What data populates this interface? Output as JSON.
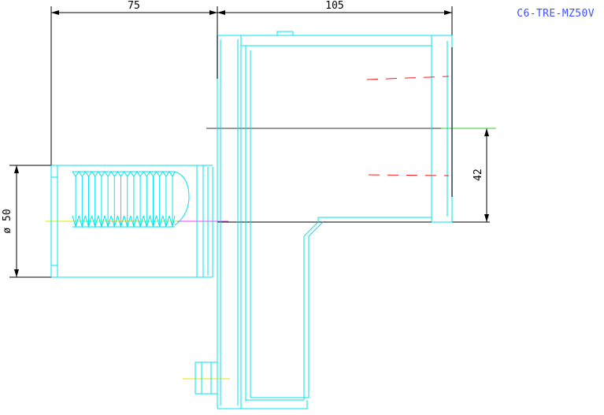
{
  "drawing": {
    "title": "C6-TRE-MZ50V",
    "dimensions": {
      "shank_length": "75",
      "body_length": "105",
      "center_height": "42",
      "shank_diameter": "ø 50"
    }
  },
  "colors": {
    "outline": "#00e5ee",
    "dimension": "#000000",
    "title": "#3f4fff",
    "centerline_green": "#33cc33",
    "centerline_yellow": "#e6e600",
    "centerline_magenta": "#ff33ff",
    "hidden_red": "#ff1a1a",
    "dark_edge": "#2c3e50"
  }
}
